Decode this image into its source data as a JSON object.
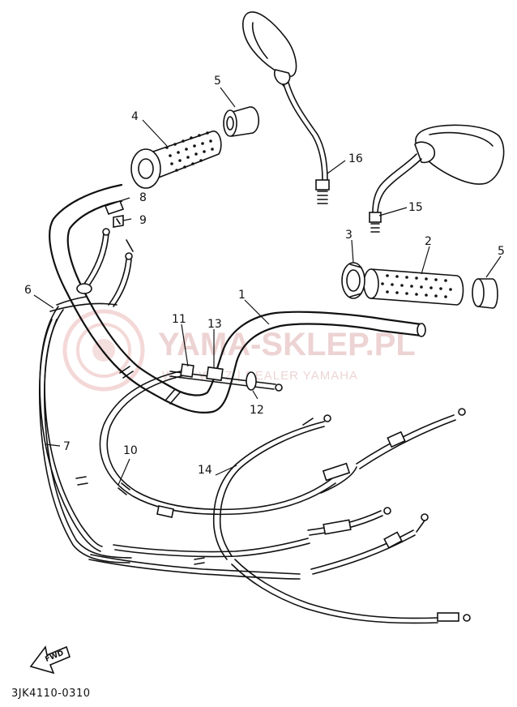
{
  "watermark": {
    "brand": "YAMA-SKLEP.PL",
    "subtitle": "W... / WICZ | DEALER YAMAHA",
    "color": "#e0b0b0"
  },
  "fwd_label": "FWD",
  "catalog_code": "3JK4110-0310",
  "callouts": [
    "1",
    "2",
    "3",
    "4",
    "5",
    "5",
    "6",
    "7",
    "8",
    "9",
    "10",
    "11",
    "12",
    "13",
    "14",
    "15",
    "16"
  ]
}
